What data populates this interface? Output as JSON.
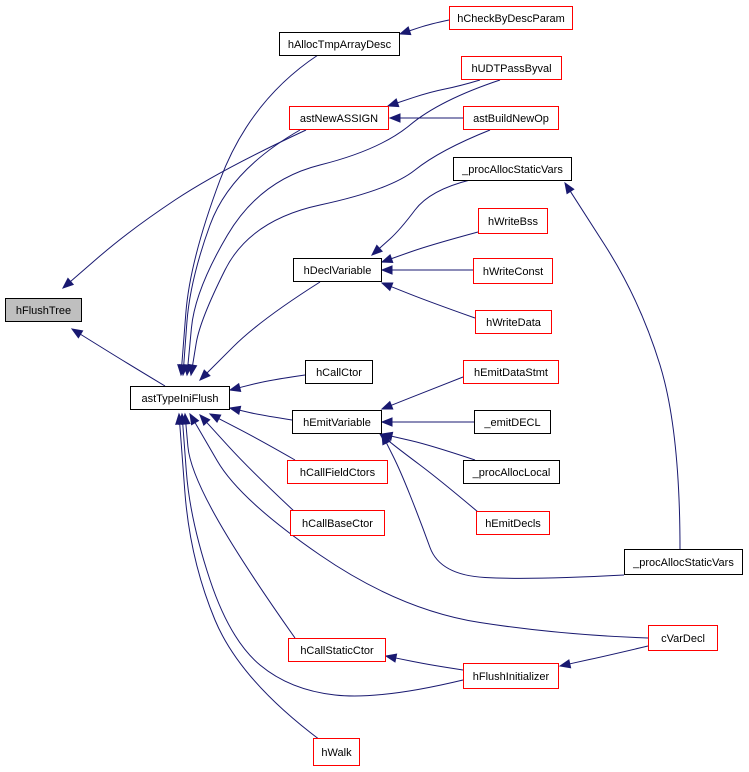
{
  "colors": {
    "edge": "#191970",
    "border_default": "#000000",
    "border_highlight": "#ff0000",
    "fill_default": "#ffffff",
    "fill_selected": "#bfbfbf"
  },
  "nodes": {
    "hFlushTree": {
      "label": "hFlushTree",
      "style": "selected"
    },
    "astTypeIniFlush": {
      "label": "astTypeIniFlush",
      "style": "normal"
    },
    "hAllocTmpArrayDesc": {
      "label": "hAllocTmpArrayDesc",
      "style": "normal"
    },
    "hCheckByDescParam": {
      "label": "hCheckByDescParam",
      "style": "red"
    },
    "astNewASSIGN": {
      "label": "astNewASSIGN",
      "style": "red"
    },
    "hUDTPassByval": {
      "label": "hUDTPassByval",
      "style": "red"
    },
    "astBuildNewOp": {
      "label": "astBuildNewOp",
      "style": "red"
    },
    "procAllocStaticVarsTop": {
      "label": "_procAllocStaticVars",
      "style": "normal"
    },
    "hDeclVariable": {
      "label": "hDeclVariable",
      "style": "normal"
    },
    "hWriteBss": {
      "label": "hWriteBss",
      "style": "red"
    },
    "hWriteConst": {
      "label": "hWriteConst",
      "style": "red"
    },
    "hWriteData": {
      "label": "hWriteData",
      "style": "red"
    },
    "hCallCtor": {
      "label": "hCallCtor",
      "style": "normal"
    },
    "hEmitVariable": {
      "label": "hEmitVariable",
      "style": "normal"
    },
    "hEmitDataStmt": {
      "label": "hEmitDataStmt",
      "style": "red"
    },
    "emitDECL": {
      "label": "_emitDECL",
      "style": "normal"
    },
    "procAllocLocal": {
      "label": "_procAllocLocal",
      "style": "normal"
    },
    "hEmitDecls": {
      "label": "hEmitDecls",
      "style": "red"
    },
    "procAllocStaticVarsBot": {
      "label": "_procAllocStaticVars",
      "style": "normal"
    },
    "hCallFieldCtors": {
      "label": "hCallFieldCtors",
      "style": "red"
    },
    "hCallBaseCtor": {
      "label": "hCallBaseCtor",
      "style": "red"
    },
    "cVarDecl": {
      "label": "cVarDecl",
      "style": "red"
    },
    "hCallStaticCtor": {
      "label": "hCallStaticCtor",
      "style": "red"
    },
    "hFlushInitializer": {
      "label": "hFlushInitializer",
      "style": "red"
    },
    "hWalk": {
      "label": "hWalk",
      "style": "red"
    }
  },
  "edges": [
    [
      "astNewASSIGN",
      "hFlushTree"
    ],
    [
      "astTypeIniFlush",
      "hFlushTree"
    ],
    [
      "hCheckByDescParam",
      "hAllocTmpArrayDesc"
    ],
    [
      "hAllocTmpArrayDesc",
      "astTypeIniFlush"
    ],
    [
      "hUDTPassByval",
      "astNewASSIGN"
    ],
    [
      "astBuildNewOp",
      "astNewASSIGN"
    ],
    [
      "astNewASSIGN",
      "astTypeIniFlush"
    ],
    [
      "hUDTPassByval",
      "astTypeIniFlush"
    ],
    [
      "astBuildNewOp",
      "astTypeIniFlush"
    ],
    [
      "procAllocStaticVarsTop",
      "hDeclVariable"
    ],
    [
      "hWriteBss",
      "hDeclVariable"
    ],
    [
      "hWriteConst",
      "hDeclVariable"
    ],
    [
      "hWriteData",
      "hDeclVariable"
    ],
    [
      "procAllocStaticVarsBot",
      "procAllocStaticVarsTop"
    ],
    [
      "hDeclVariable",
      "astTypeIniFlush"
    ],
    [
      "hCallCtor",
      "astTypeIniFlush"
    ],
    [
      "hEmitDataStmt",
      "hEmitVariable"
    ],
    [
      "emitDECL",
      "hEmitVariable"
    ],
    [
      "procAllocLocal",
      "hEmitVariable"
    ],
    [
      "hEmitDecls",
      "hEmitVariable"
    ],
    [
      "procAllocStaticVarsBot",
      "hEmitVariable"
    ],
    [
      "hEmitVariable",
      "astTypeIniFlush"
    ],
    [
      "hCallFieldCtors",
      "astTypeIniFlush"
    ],
    [
      "hCallBaseCtor",
      "astTypeIniFlush"
    ],
    [
      "cVarDecl",
      "astTypeIniFlush"
    ],
    [
      "hCallStaticCtor",
      "astTypeIniFlush"
    ],
    [
      "hFlushInitializer",
      "astTypeIniFlush"
    ],
    [
      "hWalk",
      "astTypeIniFlush"
    ],
    [
      "hFlushInitializer",
      "hCallStaticCtor"
    ],
    [
      "cVarDecl",
      "hFlushInitializer"
    ]
  ]
}
